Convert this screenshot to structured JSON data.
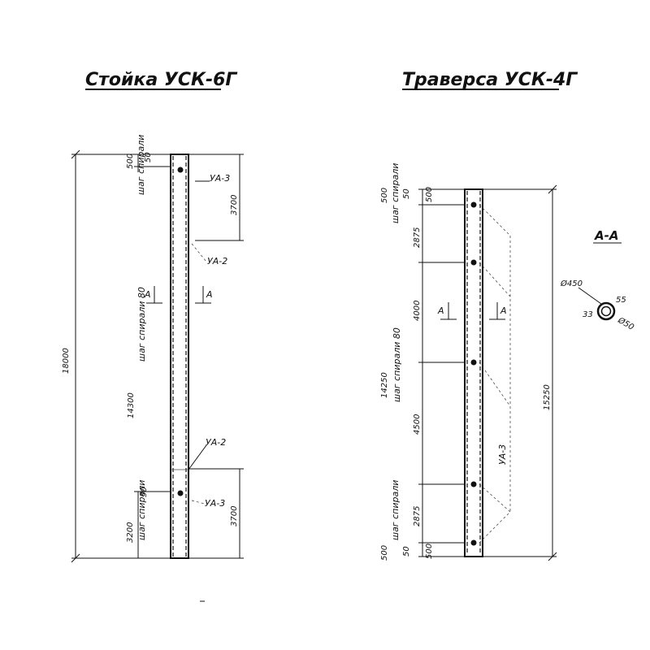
{
  "left_title": "Стойка УСК-6Г",
  "right_title": "Траверса УСК-4Г",
  "section_title": "А-А",
  "section_marker": "А",
  "left": {
    "total_length": "18000",
    "top_end": "500",
    "top_gap": "50",
    "top_pitch_label": "шаг спирали",
    "ua3_top": "УА-3",
    "dim_top_right": "3700",
    "ua2_top": "УА-2",
    "middle_length": "14300",
    "middle_pitch_label": "шаг спирали 80",
    "ua2_bottom": "УА-2",
    "gap_50": "50",
    "ua3_bottom": "УА-3",
    "dim_bottom_right": "3700",
    "bottom_length": "3200",
    "bottom_pitch_label": "шаг спирали"
  },
  "right": {
    "top_end": "500",
    "top_gap": "50",
    "top_pitch_label": "шаг спирали",
    "top_end_right": "500",
    "seg_2875_top": "2875",
    "seg_4000": "4000",
    "seg_4500": "4500",
    "seg_2875_bottom": "2875",
    "middle_length": "14250",
    "middle_pitch_label": "шаг спирали 80",
    "ua3_label": "УА-3",
    "total_length": "15250",
    "bottom_end": "500",
    "bottom_gap": "50",
    "bottom_pitch_label": "шаг спирали",
    "bottom_end_right": "500"
  },
  "section": {
    "diameter": "Ø450",
    "dim_55": "55",
    "dim_33": "33",
    "dim_phi50": "Ø50"
  }
}
